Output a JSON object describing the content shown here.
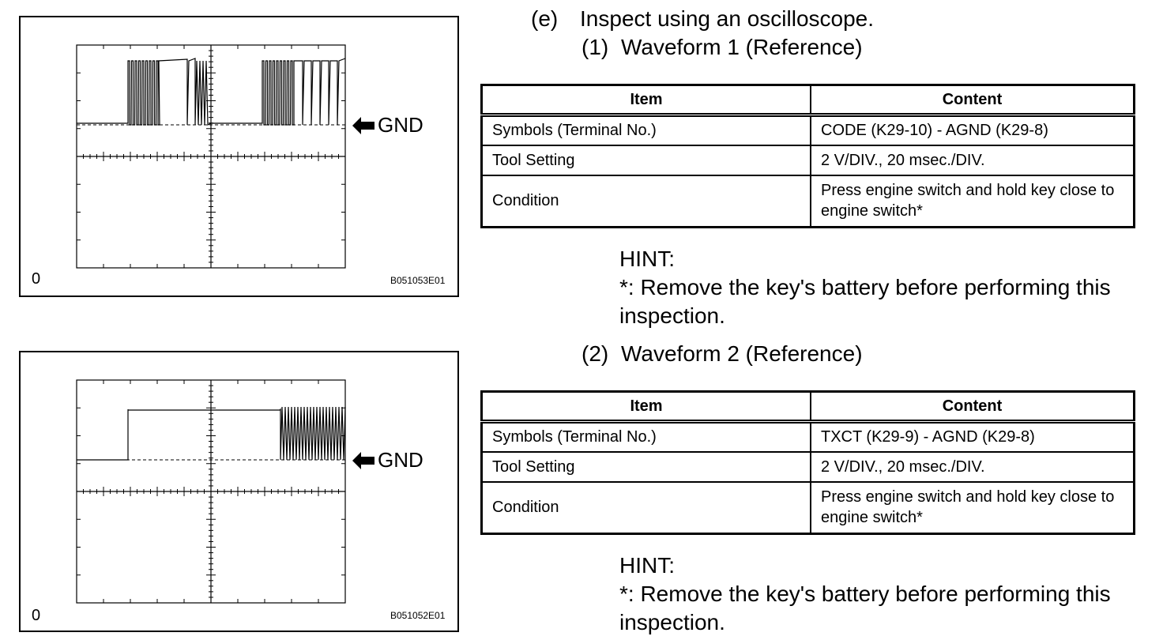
{
  "step": {
    "marker": "(e)",
    "text": "Inspect using an oscilloscope."
  },
  "waveforms": [
    {
      "number": "(1)",
      "title": "Waveform 1 (Reference)",
      "figure": {
        "zero": "0",
        "code": "B051053E01",
        "gnd": "GND"
      },
      "table": {
        "headers": [
          "Item",
          "Content"
        ],
        "rows": [
          [
            "Symbols (Terminal No.)",
            "CODE (K29-10) - AGND (K29-8)"
          ],
          [
            "Tool Setting",
            "2 V/DIV., 20 msec./DIV."
          ],
          [
            "Condition",
            "Press engine switch and hold key close to engine switch*"
          ]
        ]
      },
      "hint": {
        "label": "HINT:",
        "text": "*: Remove the key's battery before performing this inspection."
      }
    },
    {
      "number": "(2)",
      "title": "Waveform 2 (Reference)",
      "figure": {
        "zero": "0",
        "code": "B051052E01",
        "gnd": "GND"
      },
      "table": {
        "headers": [
          "Item",
          "Content"
        ],
        "rows": [
          [
            "Symbols (Terminal No.)",
            "TXCT (K29-9) - AGND (K29-8)"
          ],
          [
            "Tool Setting",
            "2 V/DIV., 20 msec./DIV."
          ],
          [
            "Condition",
            "Press engine switch and hold key close to engine switch*"
          ]
        ]
      },
      "hint": {
        "label": "HINT:",
        "text": "*: Remove the key's battery before performing this inspection."
      }
    }
  ]
}
